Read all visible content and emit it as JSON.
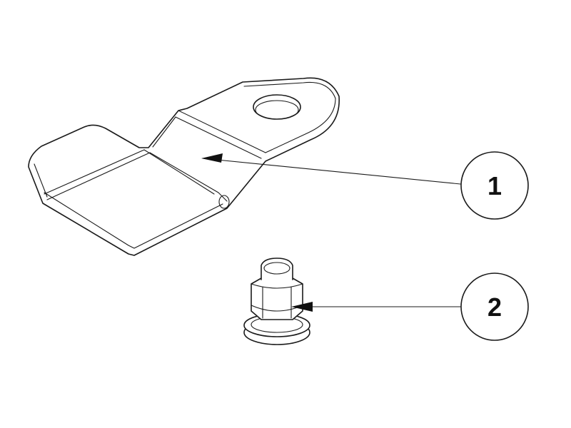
{
  "callouts": [
    {
      "number": "1",
      "part": "bracket"
    },
    {
      "number": "2",
      "part": "nut"
    }
  ],
  "colors": {
    "line": "#1a1a1a",
    "background": "#ffffff"
  }
}
